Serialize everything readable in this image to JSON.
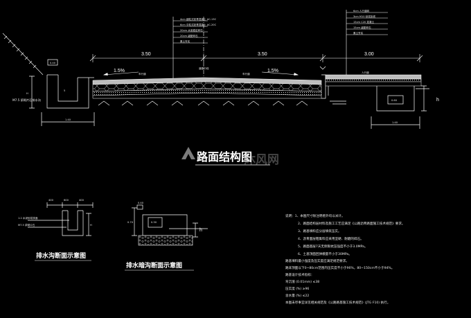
{
  "main_section": {
    "dims": {
      "left_lane": "3.50",
      "right_lane": "3.50",
      "sidewalk": "3.00"
    },
    "slopes": {
      "left": "1.5%",
      "right": "1.5%"
    },
    "center_label": "道路中线",
    "left_callouts": [
      "4cm 细粒式沥青混凝土 AC-13C",
      "6cm 中粒式沥青混凝土 AC-20C",
      "20cm 水泥稳定碎石",
      "20cm 级配碎石",
      "素土夯实"
    ],
    "right_callouts": [
      "6cm 人行道砖",
      "3cm M10 砂浆卧底",
      "15cm C20 混凝土",
      "15cm 级配碎石",
      "素土夯实"
    ],
    "ditch_label": "M7.5 浆砌片石排水沟",
    "lane_labels": {
      "left": "车行道",
      "right": "车行道",
      "sidewalk": "人行道"
    }
  },
  "title_main": "路面结构图",
  "ditch_detail": {
    "dims": [
      "400",
      "600",
      "400"
    ],
    "callouts": [
      "1:2 水泥砂浆抹面",
      "M7.5 浆砌片石"
    ],
    "title": "排水沟断面示意图"
  },
  "drain_detail": {
    "title": "排水暗沟断面示意图"
  },
  "notes": [
    "说明：1、本图尺寸除注明者外均以米计。",
    "2、路面结构层材料及施工工艺应满足《公路沥青路面施工技术规范》要求。",
    "3、路基填料应分层填筑压实。",
    "4、沥青面层粗集料应采用坚硬、耐磨的碎石。",
    "5、路面基层7天无侧限抗压强度不小于3.0MPa。",
    "6、土基顶面回弹模量不小于30MPa。",
    "路基填料最小强度及压实度应满足规范要求。",
    "路床顶面以下0~80cm范围内压实度不小于96%，80~150cm不小于94%。",
    "路基设计技术指标：",
    "弯沉值 (0.01mm) ≤38",
    "压实度 (%) ≥96",
    "含水量 (%) ≤22",
    "本图未尽事宜详见相关规范及《公路路基施工技术规范》(JTG F10) 执行。"
  ],
  "watermark": "沐风网",
  "colors": {
    "background": "#000000",
    "lines": "#ffffff",
    "asphalt_fill": "#bdbdbd"
  }
}
